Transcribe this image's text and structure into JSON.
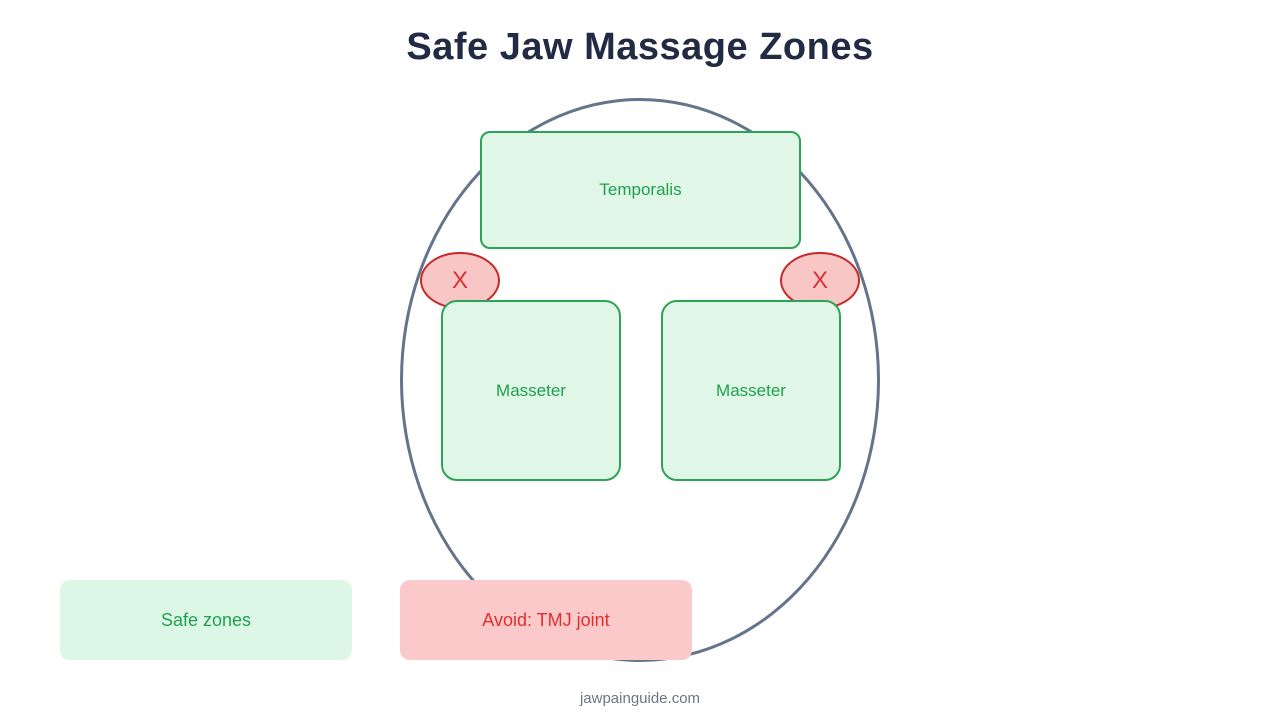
{
  "title": "Safe Jaw Massage Zones",
  "diagram": {
    "zones": {
      "temporalis": {
        "label": "Temporalis"
      },
      "masseter_left": {
        "label": "Masseter"
      },
      "masseter_right": {
        "label": "Masseter"
      }
    },
    "avoid_markers": {
      "left": {
        "label": "X"
      },
      "right": {
        "label": "X"
      }
    }
  },
  "legend": {
    "safe": {
      "label": "Safe zones"
    },
    "avoid": {
      "label": "Avoid: TMJ joint"
    }
  },
  "footer": {
    "site": "jawpainguide.com"
  },
  "colors": {
    "title_color": "#212b43",
    "green_stroke": "#2ca355",
    "green_text": "#1fa04f",
    "green_fill": "#e0f6e7",
    "legend_green_fill": "#ddf7e7",
    "red_stroke": "#c82828",
    "red_text": "#d63333",
    "red_fill": "#f9c6c6",
    "legend_red_fill": "#fbc9c9",
    "legend_red_text": "#e12f2f",
    "face_stroke": "#64748b",
    "footer_color": "#6c7585",
    "bg": "#ffffff"
  }
}
